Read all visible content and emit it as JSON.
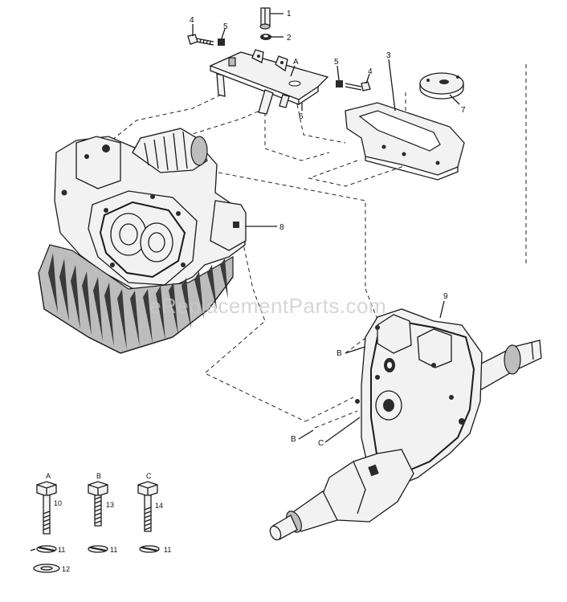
{
  "watermark": "eReplacementParts.com",
  "callouts": {
    "c1": "1",
    "c2": "2",
    "c3": "3",
    "c4a": "4",
    "c4b": "4",
    "c5a": "5",
    "c5b": "5",
    "c6": "6",
    "c7": "7",
    "c8": "8",
    "c9": "9",
    "cA": "A",
    "cB1": "B",
    "cB2": "B",
    "cC": "C"
  },
  "legend": {
    "a": {
      "letter": "A",
      "bolt": "10",
      "washer": "11"
    },
    "b": {
      "letter": "B",
      "bolt": "13",
      "washer": "11"
    },
    "c": {
      "letter": "C",
      "bolt": "14",
      "washer": "11"
    },
    "extra_washer": "12"
  }
}
